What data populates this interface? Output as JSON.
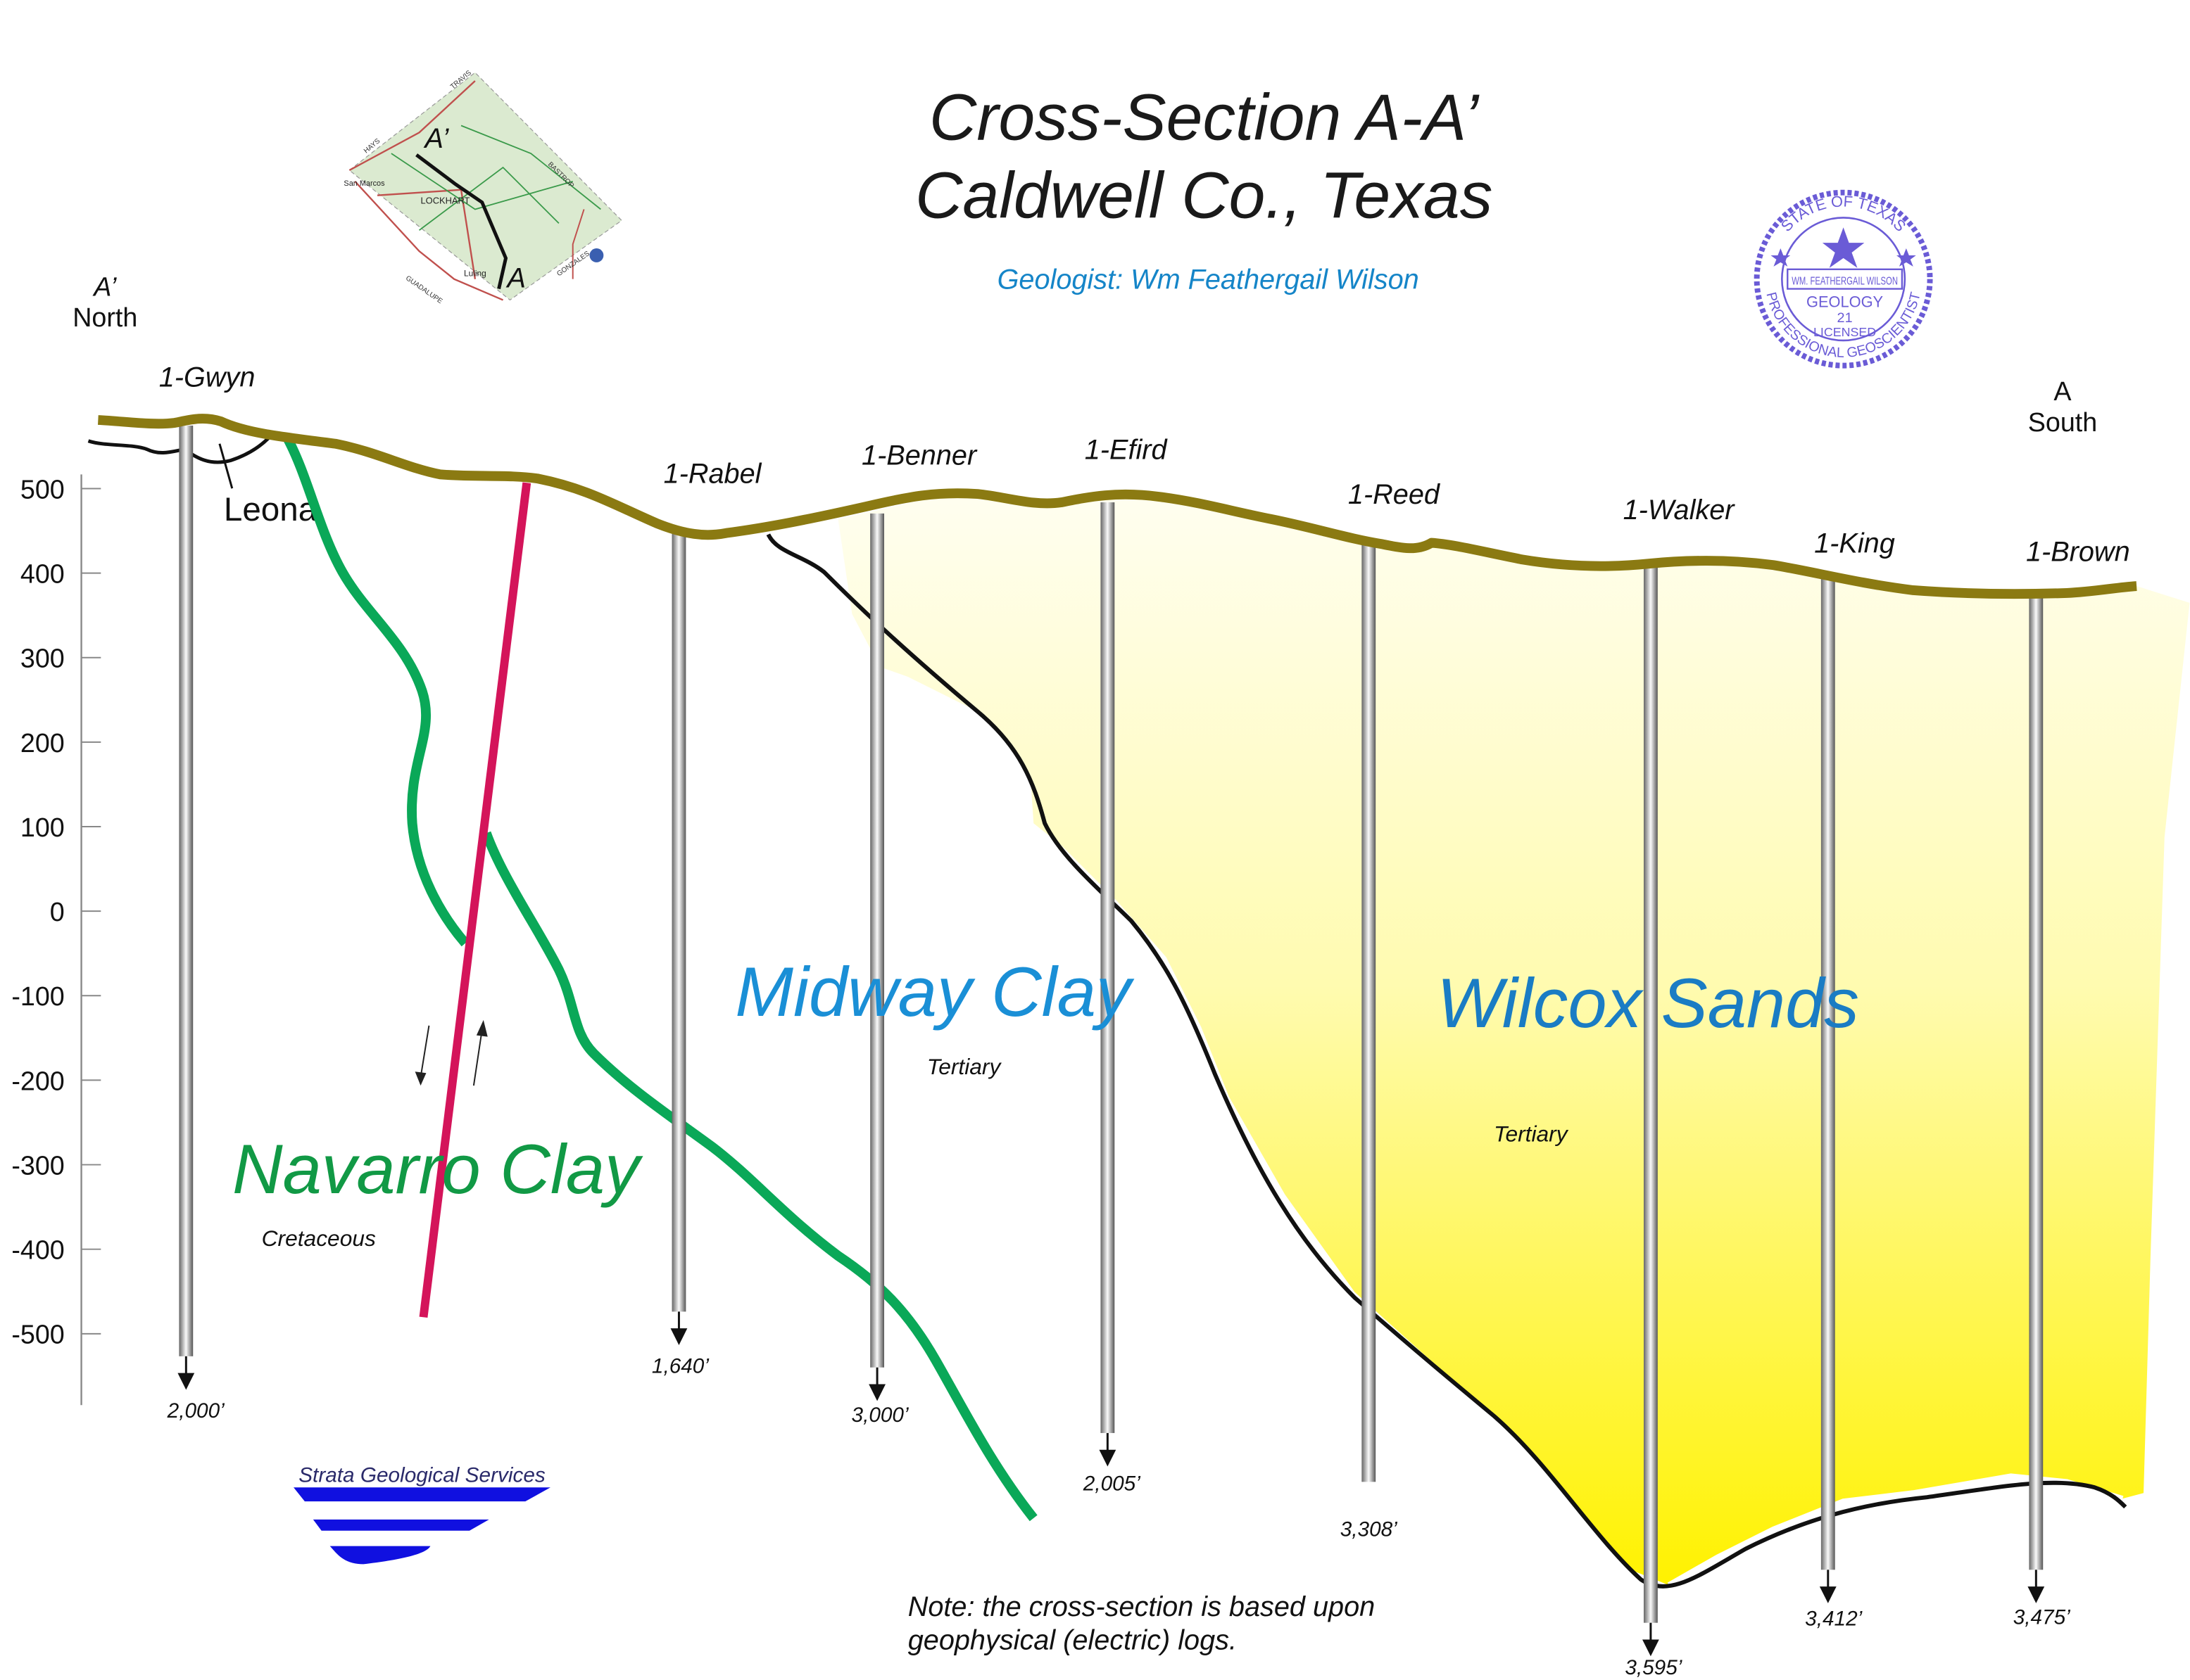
{
  "title": {
    "line1": "Cross-Section A-A’",
    "line2": "Caldwell Co., Texas"
  },
  "geologist": "Geologist: Wm Feathergail Wilson",
  "ends": {
    "north": {
      "label": "A’",
      "direction": "North"
    },
    "south": {
      "label": "A",
      "direction": "South"
    }
  },
  "elevation_axis": {
    "ticks": [
      "500",
      "400",
      "300",
      "200",
      "100",
      "0",
      "-100",
      "-200",
      "-300",
      "-400",
      "-500"
    ]
  },
  "wells": [
    {
      "name": "1-Gwyn",
      "depth": "2,000’"
    },
    {
      "name": "1-Rabel",
      "depth": "1,640’"
    },
    {
      "name": "1-Benner",
      "depth": "3,000’"
    },
    {
      "name": "1-Efird",
      "depth": "2,005’"
    },
    {
      "name": "1-Reed",
      "depth": "3,308’"
    },
    {
      "name": "1-Walker",
      "depth": "3,595’"
    },
    {
      "name": "1-King",
      "depth": "3,412’"
    },
    {
      "name": "1-Brown",
      "depth": "3,475’"
    }
  ],
  "units": {
    "leona": "Leona",
    "navarro": {
      "name": "Navarro Clay",
      "age": "Cretaceous"
    },
    "midway": {
      "name": "Midway Clay",
      "age": "Tertiary"
    },
    "wilcox": {
      "name": "Wilcox Sands",
      "age": "Tertiary"
    }
  },
  "note": {
    "line1": "Note: the cross-section is based upon",
    "line2": "geophysical (electric) logs."
  },
  "logo": {
    "text": "Strata Geological Services"
  },
  "stamp": {
    "top": "STATE OF TEXAS",
    "name": "WM. FEATHERGAIL WILSON",
    "field": "GEOLOGY",
    "number": "21",
    "licensed": "LICENSED",
    "bottom": "PROFESSIONAL GEOSCIENTIST"
  },
  "map": {
    "start": "A’",
    "end": "A",
    "town": "LOCKHART",
    "town2": "Luling",
    "town3": "San Marcos",
    "county_n": "TRAVIS",
    "county_e": "BASTROP",
    "county_s": "GONZALES",
    "county_w": "HAYS",
    "county_sw": "GUADALUPE"
  },
  "colors": {
    "surface": "#8b7a12",
    "navarro": "#0aa858",
    "fault": "#d4145a",
    "midway_text": "#1a8fd6",
    "navarro_text": "#119945",
    "geologist": "#1585c8",
    "stamp": "#6a5bd6",
    "logo": "#1010e0"
  }
}
